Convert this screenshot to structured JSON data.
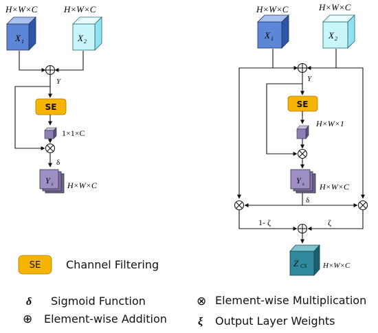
{
  "left": {
    "dim_x1": "H×W×C",
    "dim_x2": "H×W×C",
    "x1": "X",
    "x1_sub": "1",
    "x2": "X",
    "x2_sub": "2",
    "y_label": "Y",
    "se_label": "SE",
    "dim_att": "1×1×C",
    "delta_label": "δ",
    "y_out": "Y",
    "y_out_sub": "c",
    "dim_out": "H×W×C"
  },
  "right": {
    "dim_x1": "H×W×C",
    "dim_x2": "H×W×C",
    "x1": "X",
    "x1_sub": "1",
    "x2": "X",
    "x2_sub": "2",
    "y_label": "Y",
    "se_label": "SE",
    "dim_att": "H×W×1",
    "y_mid": "Y",
    "y_mid_sub": "s",
    "dim_mid": "H×W×C",
    "delta_label": "δ",
    "one_minus_zeta": "1- ζ",
    "zeta": "ζ",
    "z_out": "Z",
    "z_out_sub": "CS",
    "dim_out": "H×W×C"
  },
  "legend": {
    "se_badge": "SE",
    "se_text": "Channel Filtering",
    "delta_symbol": "δ",
    "delta_text": "Sigmoid Function",
    "otimes_symbol": "⊗",
    "otimes_text": "Element-wise Multiplication",
    "oplus_symbol": "⊕",
    "oplus_text": "Element-wise Addition",
    "xi_symbol": "ξ",
    "xi_text": "Output Layer Weights"
  },
  "colors": {
    "blue_front": "#5b87d6",
    "cyan_front": "#c8f6fb",
    "purple_front": "#8f7fb8",
    "teal_front": "#2e8a9c",
    "se_fill": "#f5b400"
  }
}
